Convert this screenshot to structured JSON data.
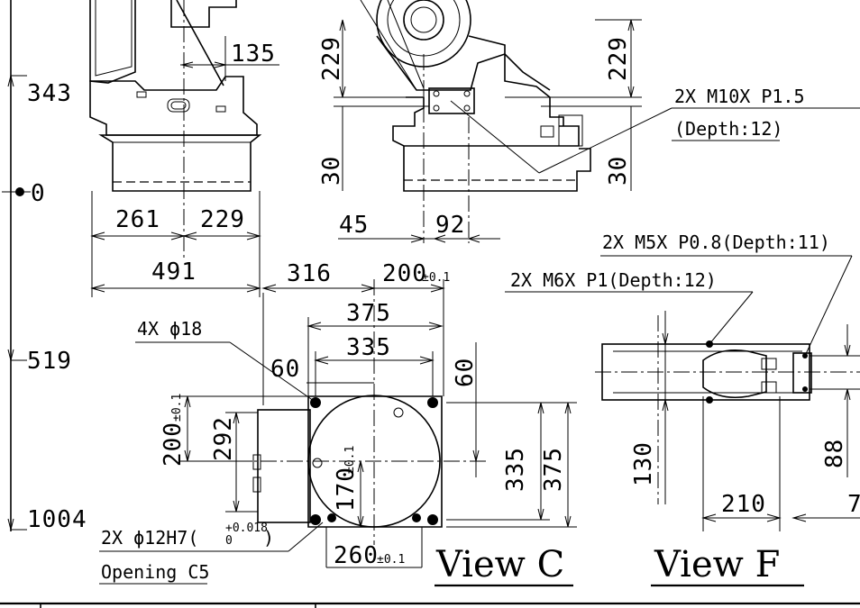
{
  "elevation": {
    "levels": {
      "top": "343",
      "zero": "0",
      "mid": "519",
      "bottom": "1004"
    }
  },
  "side_view": {
    "dim_top": "135",
    "dim_left": "261",
    "dim_right": "229",
    "dim_total": "491"
  },
  "rear_view": {
    "dim_229_left": "229",
    "dim_229_right": "229",
    "dim_30_left": "30",
    "dim_30_right": "30",
    "dim_45": "45",
    "dim_92": "92",
    "callout_line1": "2X M10X P1.5",
    "callout_line2": "(Depth:12)"
  },
  "view_c": {
    "title": "View C",
    "dim_316": "316",
    "dim_200": "200",
    "tol_200": "±0.1",
    "dim_375_top": "375",
    "dim_335_top": "335",
    "dim_60_top": "60",
    "dim_60_right": "60",
    "dim_335_right": "335",
    "dim_375_right": "375",
    "dim_200_left": "200",
    "tol_200_left": "±0.1",
    "dim_292": "292",
    "dim_170": "170",
    "tol_170": "±0.1",
    "dim_260": "260",
    "tol_260": "±0.1",
    "holes_label": "4X  ϕ18",
    "pin_label": "2X  ϕ12H7(",
    "pin_tol_upper": "+0.018",
    "pin_tol_lower": "0",
    "pin_label_close": ")",
    "opening_label": "Opening C5"
  },
  "view_f": {
    "title": "View F",
    "callout_m5": "2X M5X P0.8(Depth:11)",
    "callout_m6": "2X M6X P1(Depth:12)",
    "dim_130": "130",
    "dim_210": "210",
    "dim_88": "88",
    "dim_7": "7"
  }
}
